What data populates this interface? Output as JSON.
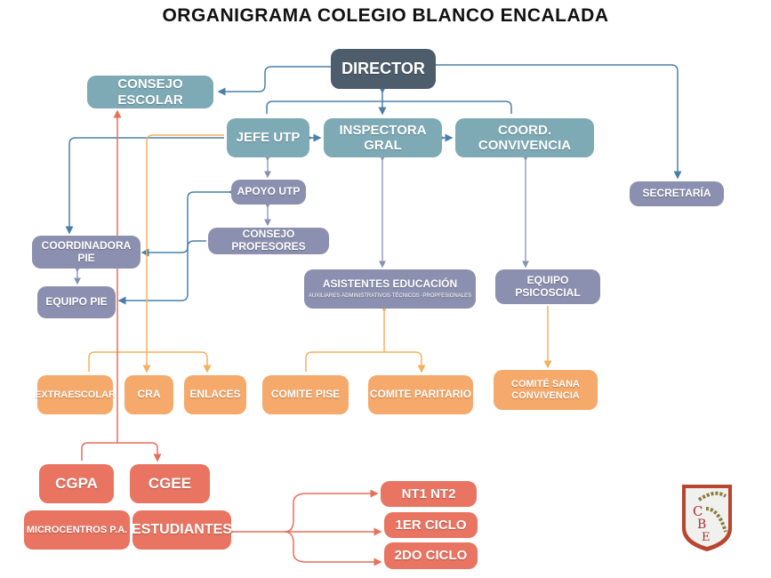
{
  "title": "ORGANIGRAMA COLEGIO BLANCO ENCALADA",
  "nodes": {
    "director": "DIRECTOR",
    "consejo_escolar": "CONSEJO ESCOLAR",
    "jefe_utp": "JEFE UTP",
    "inspectora": "INSPECTORA GRAL",
    "coord_convivencia": "COORD. CONVIVENCIA",
    "secretaria": "SECRETARÍA",
    "apoyo_utp": "APOYO UTP",
    "consejo_profesores": "CONSEJO PROFESORES",
    "coordinadora_pie": "COORDINADORA PIE",
    "equipo_pie": "EQUIPO PIE",
    "asistentes": "ASISTENTES EDUCACIÓN",
    "asistentes_sub": "AUXILIARES·ADMINISTRATIVOS·TÉCNICOS ·PROPFESIONALES",
    "equipo_psicosocial": "EQUIPO PSICOSCIAL",
    "extraescolar": "EXTRAESCOLAR",
    "cra": "CRA",
    "enlaces": "ENLACES",
    "comite_pise": "COMITE PISE",
    "comite_paritario": "COMITE PARITARIO",
    "comite_sana": "COMITÉ SANA CONVIVENCIA",
    "cgpa": "CGPA",
    "cgee": "CGEE",
    "microcentros": "MICROCENTROS P.A.",
    "estudiantes": "ESTUDIANTES",
    "nt": "NT1 NT2",
    "ciclo1": "1ER CICLO",
    "ciclo2": "2DO CICLO"
  },
  "logo_text": "CBE",
  "colors": {
    "director": "#4e5d6c",
    "teal": "#7eaab6",
    "purple": "#8c90b0",
    "orange": "#f5a96a",
    "salmon": "#e87461",
    "line_blue": "#4a80a8"
  }
}
